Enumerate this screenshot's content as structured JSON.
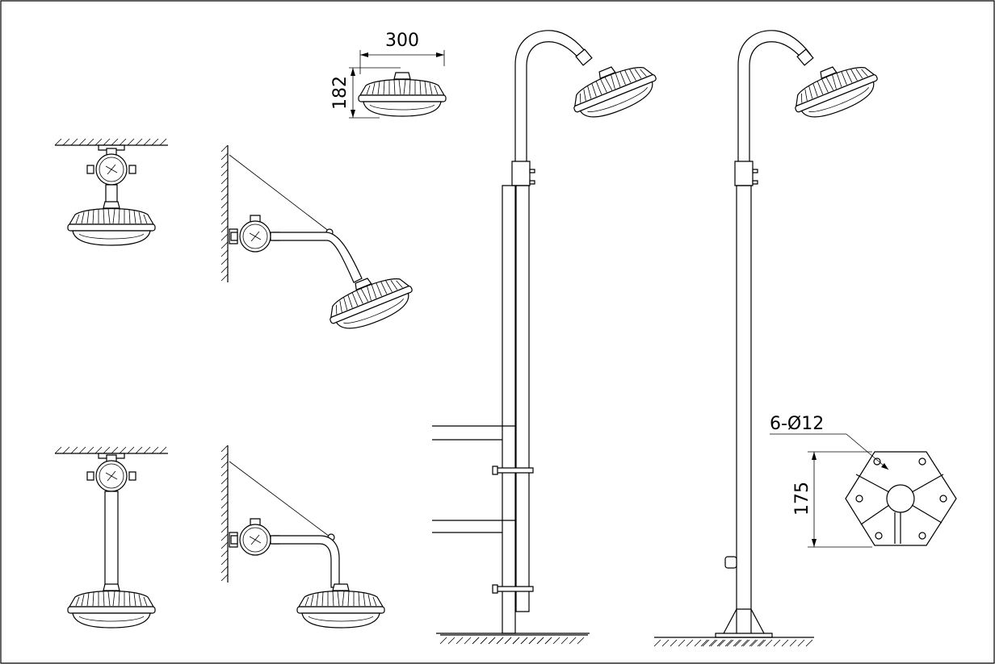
{
  "drawing": {
    "title": "",
    "dimensions": {
      "width_label": "300",
      "height_label": "182",
      "base_height_label": "175",
      "holes_label": "6-Ø12"
    },
    "colors": {
      "line": "#000000",
      "background": "#ffffff"
    }
  }
}
